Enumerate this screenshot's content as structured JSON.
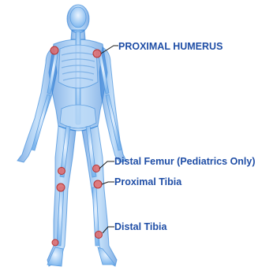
{
  "labels": {
    "proximal_humerus": "PROXIMAL HUMERUS",
    "distal_femur": "Distal Femur (Pediatrics Only)",
    "proximal_tibia": "Proximal Tibia",
    "distal_tibia": "Distal Tibia"
  },
  "colors": {
    "label_text": "#1f4ea6",
    "leader_line": "#1a1a1a",
    "site_marker": "#d9534f",
    "body": "#2f86de",
    "bone": "#cfe5fb"
  },
  "icons": {
    "figure": "skeleton-body-figure",
    "marker": "injection-site-circle"
  }
}
